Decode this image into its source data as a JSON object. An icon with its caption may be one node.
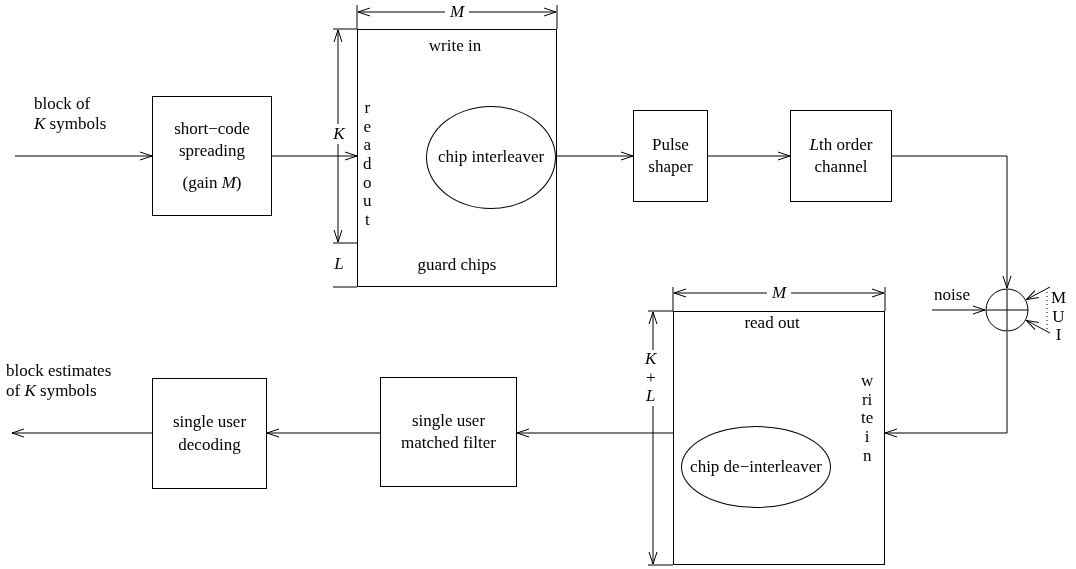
{
  "diagram": {
    "nodes": [
      {
        "text": [
          "short−code spreading",
          "(gain *M*)"
        ]
      },
      {
        "text": [
          "guard chips"
        ]
      },
      {
        "text": [
          "chip interleaver"
        ],
        "in": 1
      },
      {
        "text": [
          "Pulse shaper"
        ]
      },
      {
        "text": [
          "Lth order channel"
        ]
      },
      {
        "text": [],
        "shape": "circle"
      },
      {
        "text": [
          "noise"
        ]
      },
      {
        "text": [
          "MUI"
        ]
      },
      {
        "text": [],
        "shape": "box"
      },
      {
        "text": [
          "chip de−interleaver"
        ],
        "in": 8
      },
      {
        "text": [
          "single user matched filter"
        ]
      },
      {
        "text": [
          "single user decoding"
        ]
      }
    ],
    "edges": [
      {
        "from": null,
        "to": 0,
        "arrow": "to",
        "label": "block of *K* symbols"
      },
      {
        "from": 0,
        "to": 1,
        "arrow": "to"
      },
      {
        "from": 1,
        "to": 3,
        "arrow": "to"
      },
      {
        "from": 3,
        "to": 4,
        "arrow": "to"
      },
      {
        "from": 4,
        "to": 5,
        "arrow": "to"
      },
      {
        "from": 6,
        "to": 5,
        "arrow": "to"
      },
      {
        "from": 7,
        "to": 5,
        "arrow": "to"
      },
      {
        "from": 7,
        "to": 5,
        "arrow": "to"
      },
      {
        "from": 5,
        "to": 8,
        "arrow": "to"
      },
      {
        "from": 8,
        "to": 10,
        "arrow": "to"
      },
      {
        "from": 10,
        "to": 11,
        "arrow": "to"
      },
      {
        "from": 11,
        "to": null,
        "arrow": "to",
        "label": "block estimates of *K* symbols"
      }
    ],
    "labels": [
      "M",
      "write in",
      "K",
      "read out",
      "L",
      "M",
      "read out",
      "K + L",
      "write in"
    ]
  }
}
